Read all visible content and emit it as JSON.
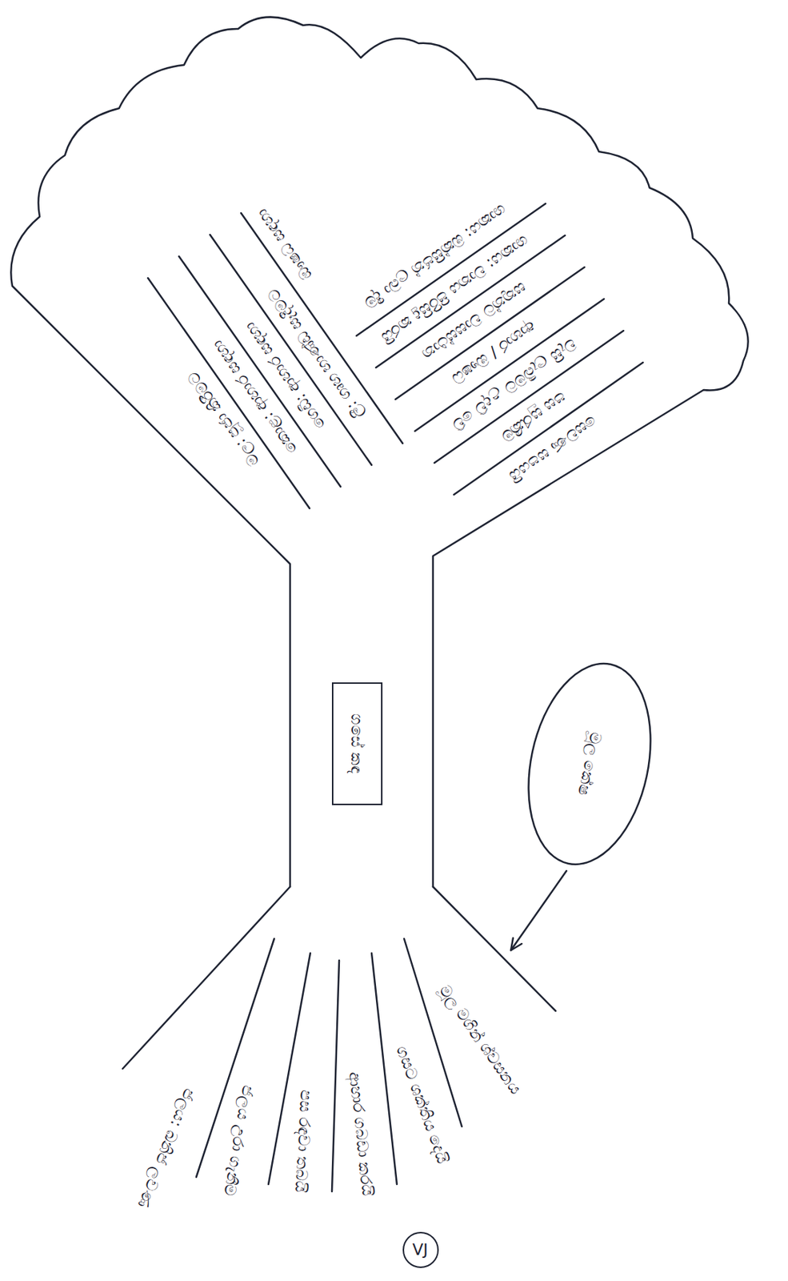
{
  "diagram": {
    "nodes": [
      {
        "text": [
          "ගසේ කඳ"
        ]
      },
      {
        "text": [
          "මූල කේෂ"
        ]
      },
      {
        "text": [
          "VJ"
        ]
      }
    ],
    "labels": [
      "මල: පූජා කිරීමට",
      "කොළ: ආහාර සඳහා",
      "ගෙඩි: ආහාර සඳහා",
      "ලී: ගෘහ භාණ්ඩ සෑදීමට",
      "ඖෂධ සඳහා",
      "ශාකය: ඔක්සිජන් ලබා දීම",
      "ශාකය: වාතය පිරිසිදු කරයි",
      "සතුන්ට වාසස්ථාන",
      "ආහාර / ඖෂධ",
      "වැසි ලැබීමට උදව් වේ",
      "පස සුරැකීම",
      "සෙවණ සපයයි",
      "ජලය: ඛනිජ ලවණ",
      "ජලය උරා ගැනීම",
      "පස රඳවා තබයි",
      "ආහාර ගබඩා කරයි",
      "ගසට ශක්තිය දෙයි",
      "මූල මගින් ශ්වසනය"
    ]
  }
}
